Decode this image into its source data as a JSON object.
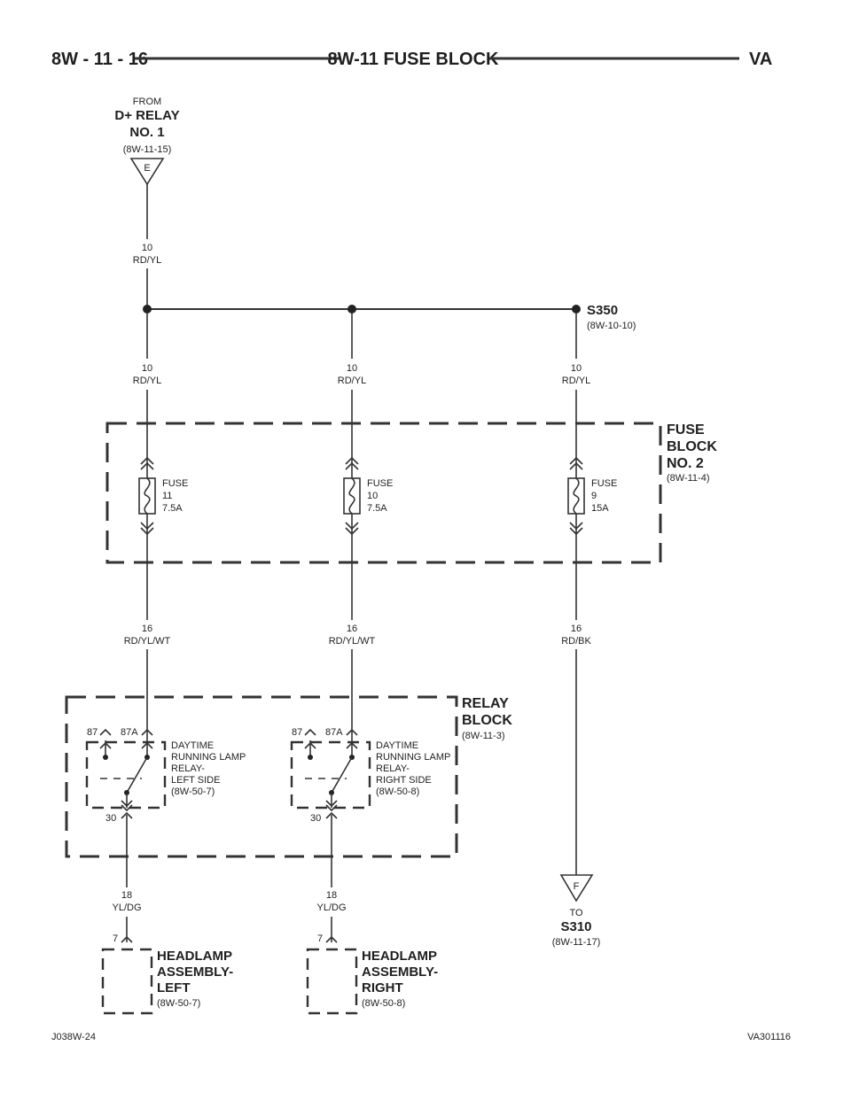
{
  "header": {
    "page_number": "8W - 11 - 16",
    "title": "8W-11 FUSE BLOCK",
    "model": "VA"
  },
  "source": {
    "from_label": "FROM",
    "name_line1": "D+ RELAY",
    "name_line2": "NO. 1",
    "ref": "(8W-11-15)",
    "connector": "E",
    "wire_gauge": "10",
    "wire_color": "RD/YL"
  },
  "splice": {
    "name": "S350",
    "ref": "(8W-10-10)"
  },
  "fuse_block": {
    "line1": "FUSE",
    "line2": "BLOCK",
    "line3": "NO. 2",
    "ref": "(8W-11-4)"
  },
  "branches": [
    {
      "in_gauge": "10",
      "in_color": "RD/YL",
      "fuse_label": "FUSE",
      "fuse_number": "11",
      "fuse_rating": "7.5A",
      "out_gauge": "16",
      "out_color": "RD/YL/WT"
    },
    {
      "in_gauge": "10",
      "in_color": "RD/YL",
      "fuse_label": "FUSE",
      "fuse_number": "10",
      "fuse_rating": "7.5A",
      "out_gauge": "16",
      "out_color": "RD/YL/WT"
    },
    {
      "in_gauge": "10",
      "in_color": "RD/YL",
      "fuse_label": "FUSE",
      "fuse_number": "9",
      "fuse_rating": "15A",
      "out_gauge": "16",
      "out_color": "RD/BK"
    }
  ],
  "relay_block": {
    "line1": "RELAY",
    "line2": "BLOCK",
    "ref": "(8W-11-3)"
  },
  "relays": [
    {
      "pin_87": "87",
      "pin_87a": "87A",
      "pin_30": "30",
      "lines": [
        "DAYTIME",
        "RUNNING LAMP",
        "RELAY-",
        "LEFT SIDE",
        "(8W-50-7)"
      ],
      "out_gauge": "18",
      "out_color": "YL/DG"
    },
    {
      "pin_87": "87",
      "pin_87a": "87A",
      "pin_30": "30",
      "lines": [
        "DAYTIME",
        "RUNNING LAMP",
        "RELAY-",
        "RIGHT SIDE",
        "(8W-50-8)"
      ],
      "out_gauge": "18",
      "out_color": "YL/DG"
    }
  ],
  "headlamps": [
    {
      "pin": "7",
      "line1": "HEADLAMP",
      "line2": "ASSEMBLY-",
      "line3": "LEFT",
      "ref": "(8W-50-7)"
    },
    {
      "pin": "7",
      "line1": "HEADLAMP",
      "line2": "ASSEMBLY-",
      "line3": "RIGHT",
      "ref": "(8W-50-8)"
    }
  ],
  "destination": {
    "connector": "F",
    "to_label": "TO",
    "name": "S310",
    "ref": "(8W-11-17)"
  },
  "footer": {
    "left": "J038W-24",
    "right": "VA301116"
  }
}
